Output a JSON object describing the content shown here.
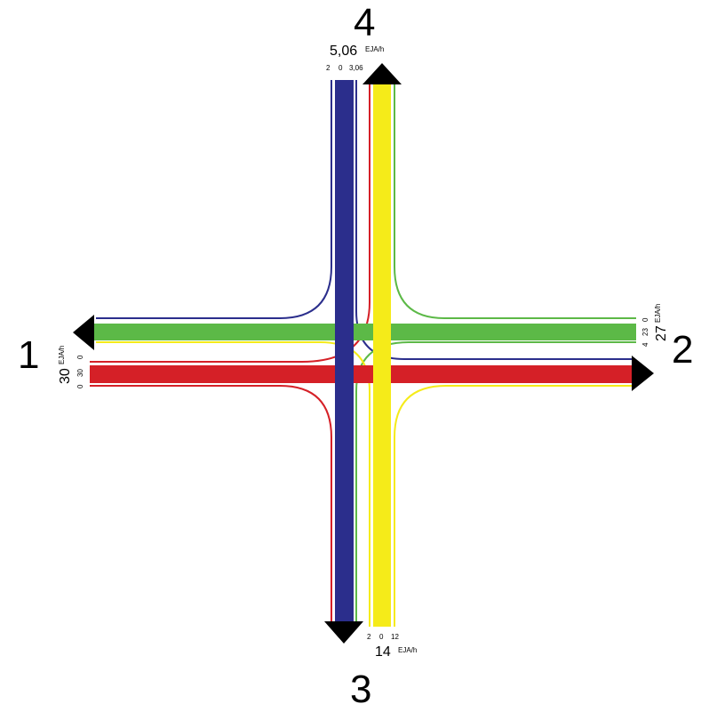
{
  "colors": {
    "blue": "#2b2e8c",
    "yellow": "#f5eb19",
    "green": "#5cb947",
    "red": "#d52027",
    "arrow": "#000000"
  },
  "arms": {
    "arm1": {
      "number": "1",
      "total": "30",
      "unit": "EJA/h",
      "lane_values": [
        "0",
        "30",
        "0"
      ]
    },
    "arm2": {
      "number": "2",
      "total": "27",
      "unit": "EJA/h",
      "lane_values": [
        "4",
        "23",
        "0"
      ]
    },
    "arm3": {
      "number": "3",
      "total": "14",
      "unit": "EJA/h",
      "lane_values": [
        "2",
        "0",
        "12"
      ]
    },
    "arm4": {
      "number": "4",
      "total": "5,06",
      "unit": "EJA/h",
      "lane_values": [
        "2",
        "0",
        "3,06"
      ]
    }
  }
}
